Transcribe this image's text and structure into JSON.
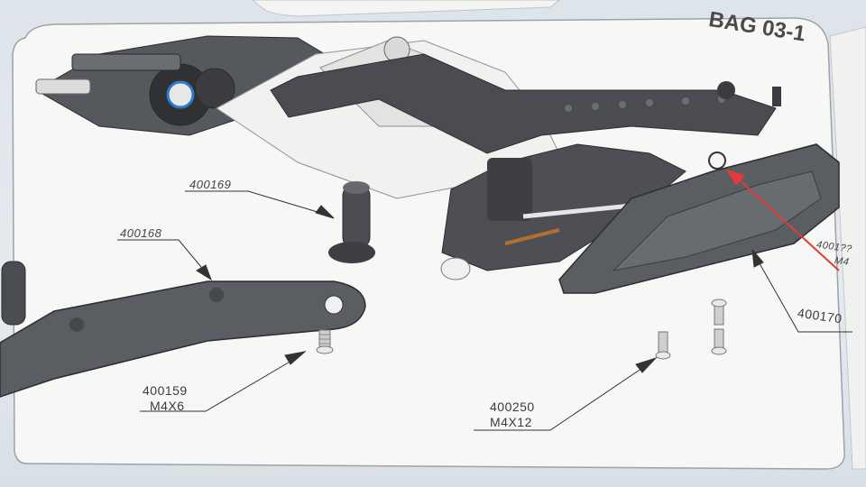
{
  "header": {
    "bag_label": "BAG 03-1"
  },
  "parts": [
    {
      "id": "part-400169",
      "number": "400169",
      "size": ""
    },
    {
      "id": "part-400168",
      "number": "400168",
      "size": ""
    },
    {
      "id": "part-400159",
      "number": "400159",
      "size": "M4X6"
    },
    {
      "id": "part-400250",
      "number": "400250",
      "size": "M4X12"
    },
    {
      "id": "part-400170",
      "number": "400170",
      "size": ""
    },
    {
      "id": "part-4001xx",
      "number": "4001??",
      "size": "M4"
    }
  ],
  "colors": {
    "paper": "#f7f7f5",
    "part_dark": "#4e5055",
    "part_mid": "#6b6e73",
    "arrow_red": "#e23b3b",
    "leader": "#333333"
  }
}
